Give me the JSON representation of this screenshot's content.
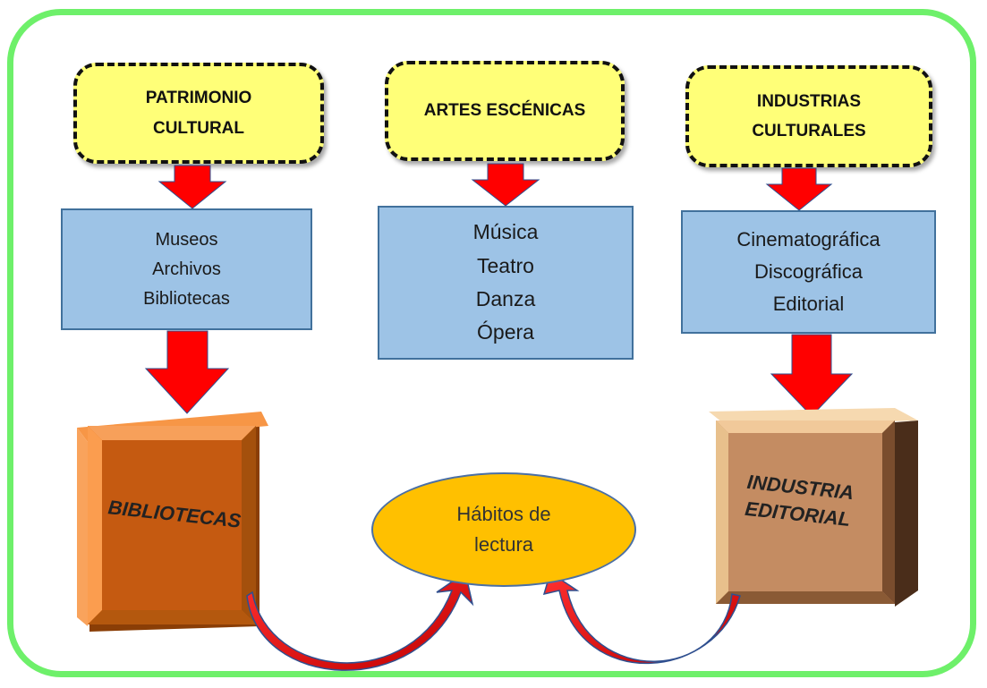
{
  "categories": [
    {
      "id": "patrimonio",
      "title": "PATRIMONIO\nCULTURAL",
      "items": "Museos\nArchivos\nBibliotecas"
    },
    {
      "id": "artes",
      "title": "ARTES ESCÉNICAS",
      "items": "Música\nTeatro\nDanza\nÓpera"
    },
    {
      "id": "industrias",
      "title": "INDUSTRIAS\nCULTURALES",
      "items": "Cinematográfica\nDiscográfica\nEditorial"
    }
  ],
  "books": {
    "left": "BIBLIOTECAS",
    "right": "INDUSTRIA\nEDITORIAL"
  },
  "center": "Hábitos de\nlectura",
  "colors": {
    "frame": "#6ef06a",
    "category_fill": "#ffff78",
    "box_fill": "#9dc3e6",
    "arrow": "#ff0000",
    "oval_fill": "#ffc000",
    "book_left": "#e26b0a",
    "book_right": "#c4906a"
  }
}
